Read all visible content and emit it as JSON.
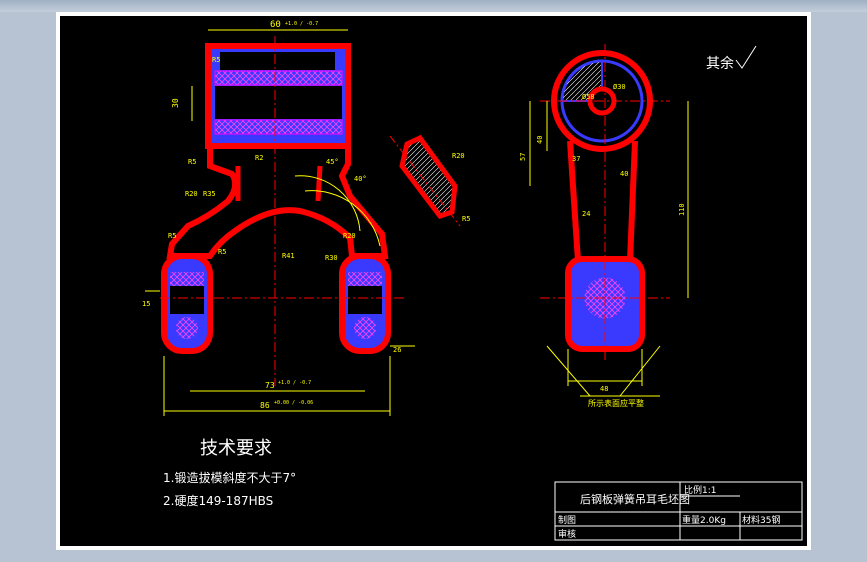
{
  "drawing": {
    "surface_finish_note": "其余",
    "tech_requirements_title": "技术要求",
    "tech_requirements": [
      "1.锻造拔模斜度不大于7°",
      "2.硬度149-187HBS"
    ],
    "section_note": "所示表面应平整"
  },
  "title_block": {
    "part_name": "后钢板弹簧吊耳毛坯图",
    "scale_label": "比例1:1",
    "drawn_by": "制图",
    "checked_by": "审核",
    "weight": "重量2.0Kg",
    "material": "材料35钢"
  },
  "dimensions": {
    "top_width": "60",
    "top_width_tol": "+1.0 / -0.7",
    "left_height": "30",
    "r5_top": "R5",
    "r5_a": "R5",
    "r5_b": "R5",
    "r5_c": "R5",
    "r5_d": "R5",
    "r2": "R2",
    "r35": "R35",
    "r20_a": "R20",
    "r20_b": "R20",
    "r20_c": "R20",
    "r41": "R41",
    "r30": "R30",
    "angle_45": "45°",
    "angle_40": "40°",
    "ear_height": "15",
    "ear_right": "26",
    "inner_width": "73",
    "inner_width_tol": "+1.0 / -0.7",
    "outer_width": "86",
    "outer_width_tol": "+0.00 / -0.06",
    "dia_58": "Ø58",
    "dia_30": "Ø30",
    "dim_40_v": "40",
    "dim_57": "57",
    "dim_37": "37",
    "dim_40_h": "40",
    "dim_24": "24",
    "dim_110": "110",
    "dim_48": "48"
  },
  "colors": {
    "outline": "#ff0000",
    "hatch": "#0000ff",
    "cross_hatch": "#ff00ff",
    "dimension": "#ffff00",
    "centerline": "#ff0000",
    "text": "#ffffff"
  }
}
